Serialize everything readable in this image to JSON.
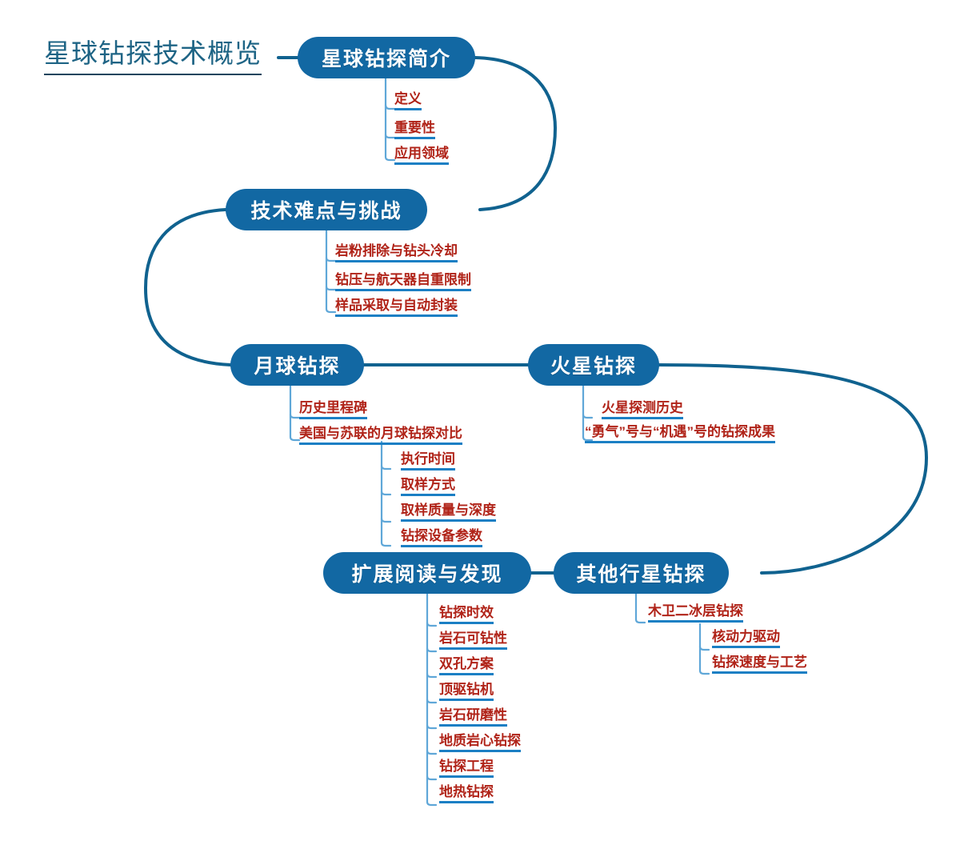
{
  "title": "星球钻探技术概览",
  "colors": {
    "node_fill": "#1268A3",
    "node_text": "#FFFFFF",
    "leaf_text": "#B02318",
    "leaf_underline": "#1B7FC4",
    "connector": "#10628F",
    "spine": "#5FA7D8",
    "root_title_text": "#1E6485",
    "background": "#FFFFFF"
  },
  "nodes": {
    "intro": "星球钻探简介",
    "challenges": "技术难点与挑战",
    "moon": "月球钻探",
    "mars": "火星钻探",
    "extended": "扩展阅读与发现",
    "other_planets": "其他行星钻探"
  },
  "branches": {
    "intro_children": [
      "定义",
      "重要性",
      "应用领域"
    ],
    "challenges_children": [
      "岩粉排除与钻头冷却",
      "钻压与航天器自重限制",
      "样品采取与自动封装"
    ],
    "moon_children": [
      "历史里程碑",
      "美国与苏联的月球钻探对比"
    ],
    "moon_comparison_children": [
      "执行时间",
      "取样方式",
      "取样质量与深度",
      "钻探设备参数"
    ],
    "mars_children": [
      "火星探测历史",
      "“勇气”号与“机遇”号的钻探成果"
    ],
    "extended_children": [
      "钻探时效",
      "岩石可钻性",
      "双孔方案",
      "顶驱钻机",
      "岩石研磨性",
      "地质岩心钻探",
      "钻探工程",
      "地热钻探"
    ],
    "other_planets_children": [
      "木卫二冰层钻探"
    ],
    "europa_children": [
      "核动力驱动",
      "钻探速度与工艺"
    ]
  }
}
